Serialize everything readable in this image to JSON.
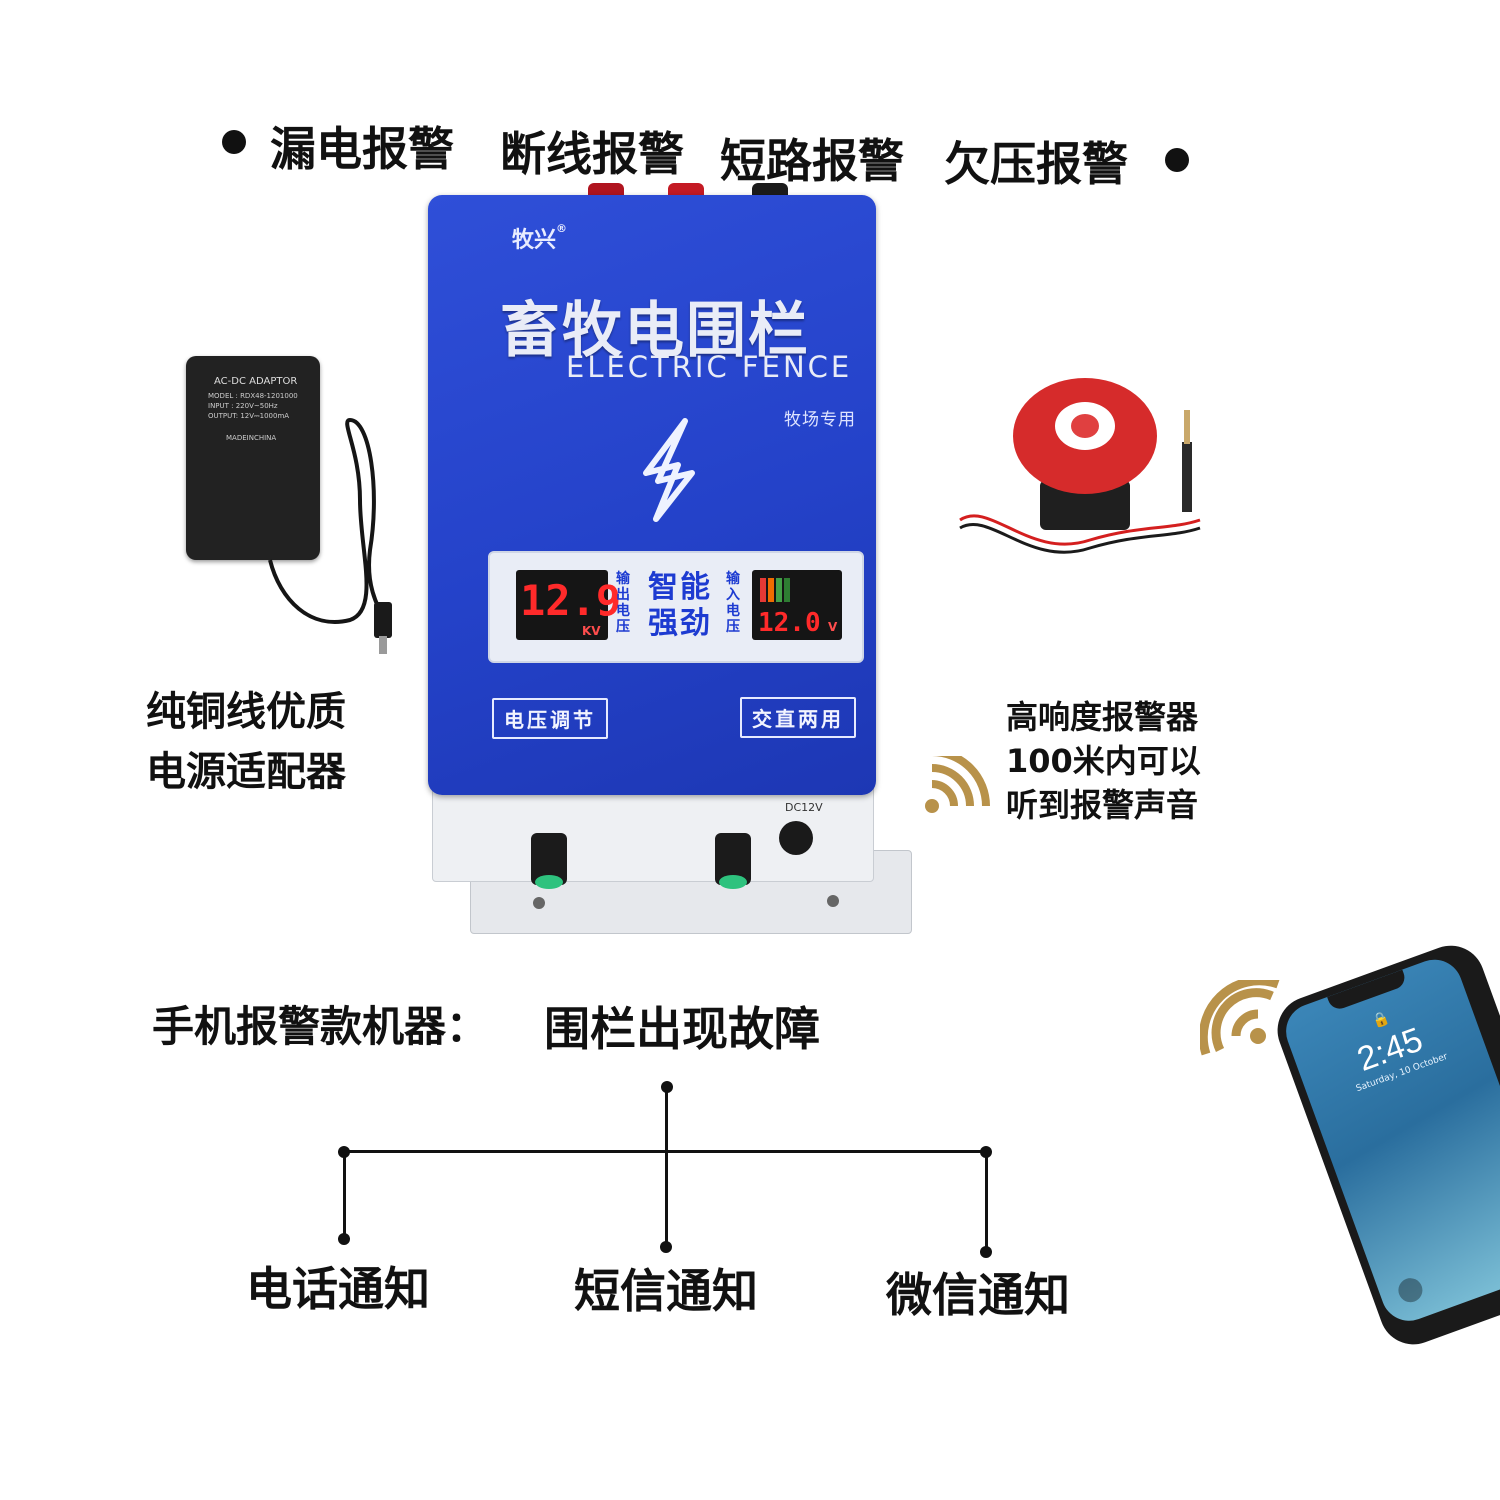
{
  "header": {
    "alarm_types": [
      "漏电报警",
      "断线报警",
      "短路报警",
      "欠压报警"
    ]
  },
  "device": {
    "brand": "牧兴",
    "registered_mark": "®",
    "title_cn": "畜牧电围栏",
    "title_en": "ELECTRIC FENCE",
    "subtitle": "牧场专用",
    "output_display": {
      "value": "12.9",
      "unit": "KV",
      "label": "输出电压"
    },
    "smart_text": [
      "智能",
      "强劲"
    ],
    "input_display": {
      "value": "12.0",
      "unit": "V",
      "label": "输入电压"
    },
    "button_left": "电压调节",
    "button_right": "交直两用",
    "jack_label": "DC12V"
  },
  "adapter": {
    "label_title": "AC-DC ADAPTOR",
    "model": "MODEL : RDX48-1201000",
    "input": "INPUT : 220V~50Hz",
    "output": "OUTPUT: 12V⎓1000mA",
    "made_in": "MADEINCHINA",
    "caption_lines": [
      "纯铜线优质",
      "电源适配器"
    ]
  },
  "siren": {
    "caption_lines": [
      "高响度报警器",
      "100米内可以",
      "听到报警声音"
    ]
  },
  "phone_alarm": {
    "lead": "手机报警款机器：",
    "trigger": "围栏出现故障",
    "notifications": [
      "电话通知",
      "短信通知",
      "微信通知"
    ]
  },
  "phone": {
    "time": "2:45",
    "date": "Saturday, 10 October"
  },
  "colors": {
    "device_blue": "#2442c9",
    "display_red": "#ff2a2a",
    "wifi_gold": "#b8924a",
    "text": "#111111"
  }
}
